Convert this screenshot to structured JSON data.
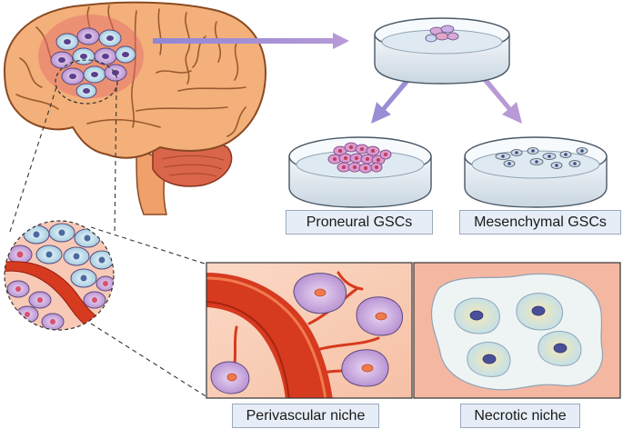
{
  "labels": {
    "proneural": "Proneural GSCs",
    "mesenchymal": "Mesenchymal GSCs",
    "perivascular": "Perivascular niche",
    "necrotic": "Necrotic niche"
  },
  "colors": {
    "brain": "#f3b07a",
    "brain_outline": "#8a4a22",
    "tumor": "#e5a0b8",
    "vessel": "#d63a1f",
    "dish": "#dfe7ee",
    "arrow": "#a98ed0",
    "label_bg": "#e6edf6"
  }
}
